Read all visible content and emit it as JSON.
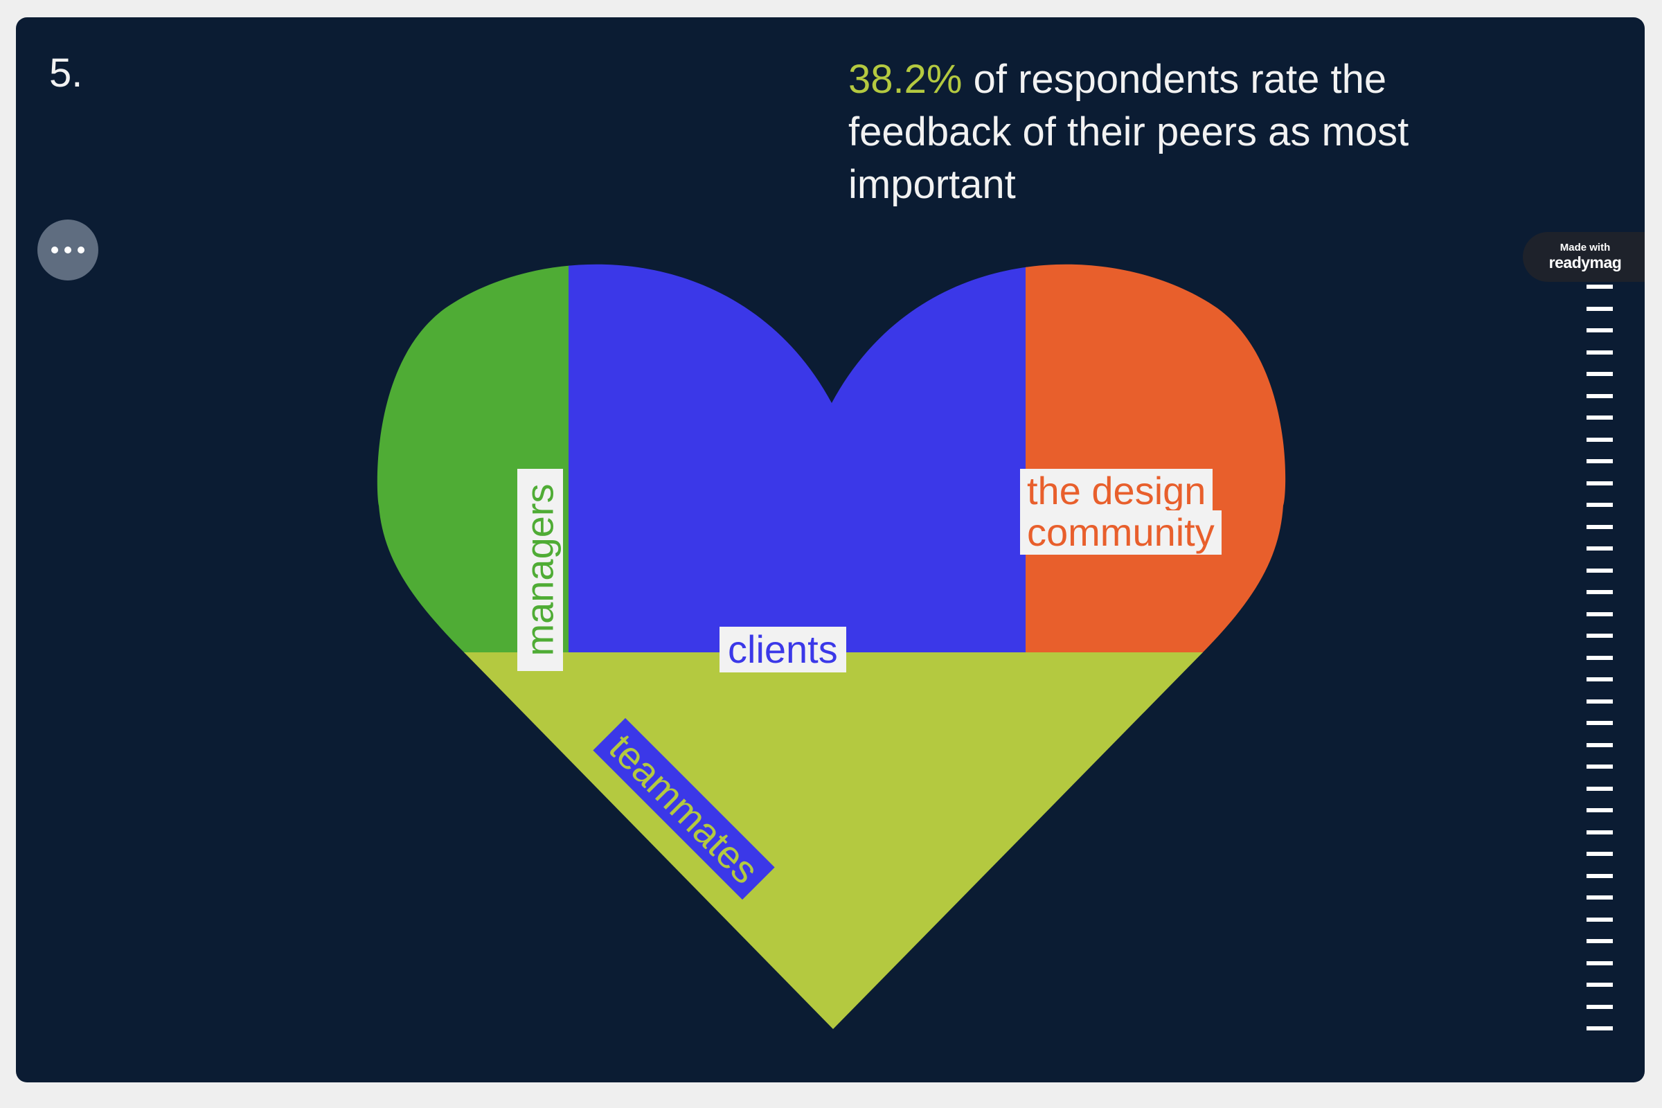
{
  "slide": {
    "number": "5."
  },
  "headline": {
    "highlight": "38.2%",
    "text": " of respondents rate the feedback of their peers as most important"
  },
  "badge": {
    "small": "Made with",
    "brand": "readymag"
  },
  "labels": {
    "managers": "managers",
    "clients": "clients",
    "design_community_line1": "the design",
    "design_community_line2": "community",
    "teammates": "teammates"
  },
  "colors": {
    "background": "#0b1c33",
    "managers": "#4fac35",
    "clients": "#3b38e8",
    "design_community": "#e85f2c",
    "teammates": "#b4c940",
    "highlight": "#b4c940"
  },
  "icons": {
    "menu": "more-horizontal-icon"
  },
  "nav": {
    "tick_count": 35
  }
}
